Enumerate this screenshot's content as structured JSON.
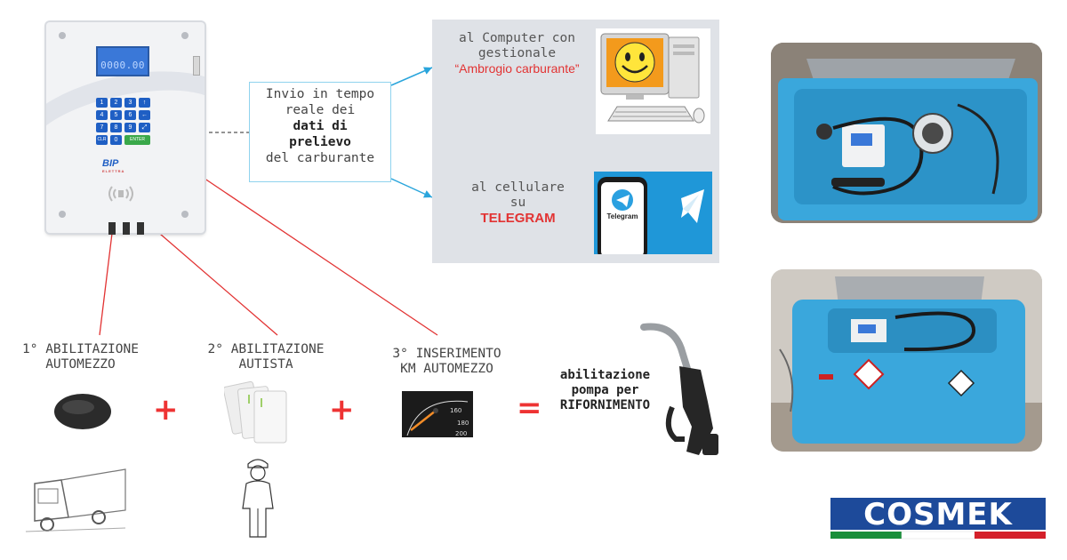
{
  "terminal": {
    "display": "0000.00",
    "keys": [
      "1",
      "2",
      "3",
      "↑",
      "4",
      "5",
      "6",
      "←",
      "7",
      "8",
      "9",
      "⤢",
      "CLR",
      "0",
      "ENTER"
    ],
    "brand": "BIP",
    "brand_sub": "ELETTRA"
  },
  "info_box": {
    "line1": "Invio in tempo",
    "line2": "reale dei",
    "line3": "dati di",
    "line4": "prelievo",
    "line5": "del carburante"
  },
  "computer": {
    "line1": "al Computer con",
    "line2": "gestionale",
    "software": "“Ambrogio carburante”"
  },
  "cellphone": {
    "line1": "al cellulare",
    "line2": "su",
    "app": "TELEGRAM",
    "app_icon_label": "Telegram"
  },
  "steps": [
    {
      "line1": "1° ABILITAZIONE",
      "line2": "AUTOMEZZO",
      "icon": "key-fob-icon"
    },
    {
      "line1": "2° ABILITAZIONE",
      "line2": "AUTISTA",
      "icon": "rfid-card-icon"
    },
    {
      "line1": "3° INSERIMENTO",
      "line2": "KM AUTOMEZZO",
      "icon": "odometer-icon"
    }
  ],
  "operators": {
    "plus": "+",
    "equals": "="
  },
  "result": {
    "line1": "abilitazione",
    "line2": "pompa per",
    "line3": "RIFORNIMENTO"
  },
  "logo": {
    "text": "COSMEK"
  },
  "colors": {
    "accent_red": "#e23333",
    "arrow_blue": "#2aa5dc",
    "panel_grey": "#dfe2e7",
    "tank_blue": "#39a6dc"
  }
}
